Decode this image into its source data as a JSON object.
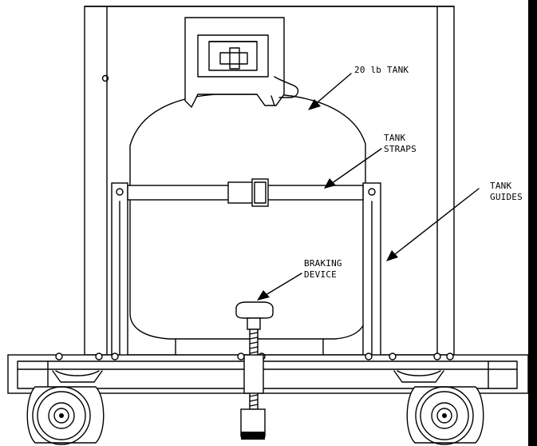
{
  "labels": {
    "tank": "20 lb TANK",
    "straps_line1": "TANK",
    "straps_line2": "STRAPS",
    "guides_line1": "TANK",
    "guides_line2": "GUIDES",
    "braking_line1": "BRAKING",
    "braking_line2": "DEVICE"
  }
}
